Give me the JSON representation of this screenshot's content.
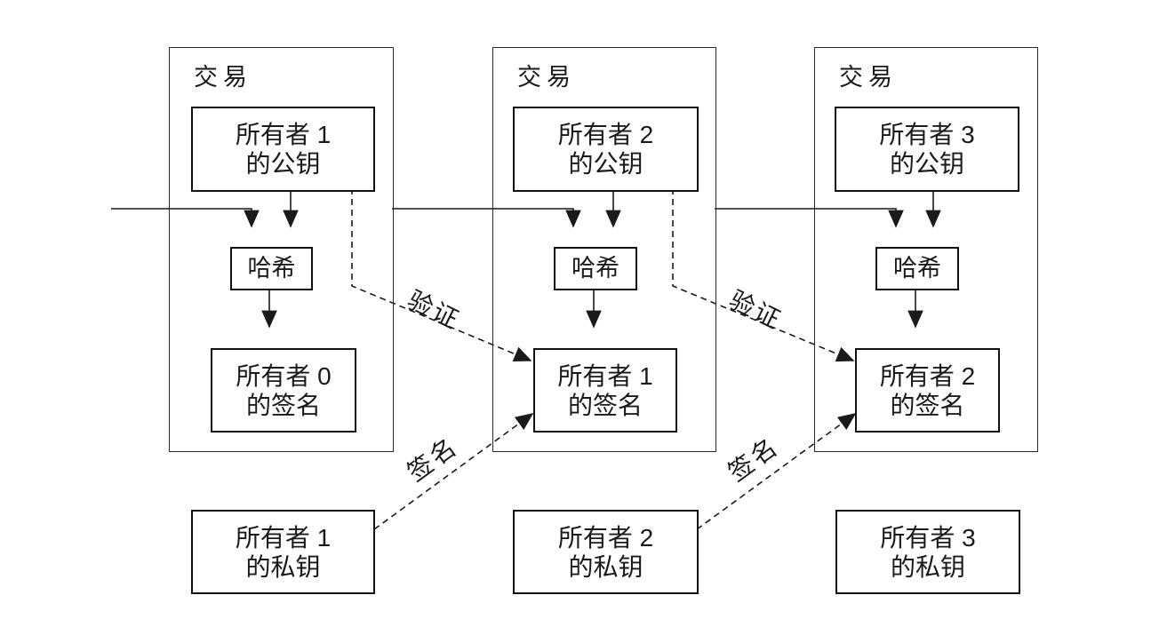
{
  "colors": {
    "background": "#ffffff",
    "line": "#1a1a1a",
    "box_border": "#111111"
  },
  "transactions": [
    {
      "title": "交易",
      "public_key_line1": "所有者 1",
      "public_key_line2": "的公钥",
      "hash_label": "哈希",
      "signature_line1": "所有者 0",
      "signature_line2": "的签名"
    },
    {
      "title": "交易",
      "public_key_line1": "所有者 2",
      "public_key_line2": "的公钥",
      "hash_label": "哈希",
      "signature_line1": "所有者 1",
      "signature_line2": "的签名"
    },
    {
      "title": "交易",
      "public_key_line1": "所有者 3",
      "public_key_line2": "的公钥",
      "hash_label": "哈希",
      "signature_line1": "所有者 2",
      "signature_line2": "的签名"
    }
  ],
  "private_keys": [
    {
      "line1": "所有者 1",
      "line2": "的私钥"
    },
    {
      "line1": "所有者 2",
      "line2": "的私钥"
    },
    {
      "line1": "所有者 3",
      "line2": "的私钥"
    }
  ],
  "edge_labels": {
    "verify": "验证",
    "sign": "签名"
  }
}
